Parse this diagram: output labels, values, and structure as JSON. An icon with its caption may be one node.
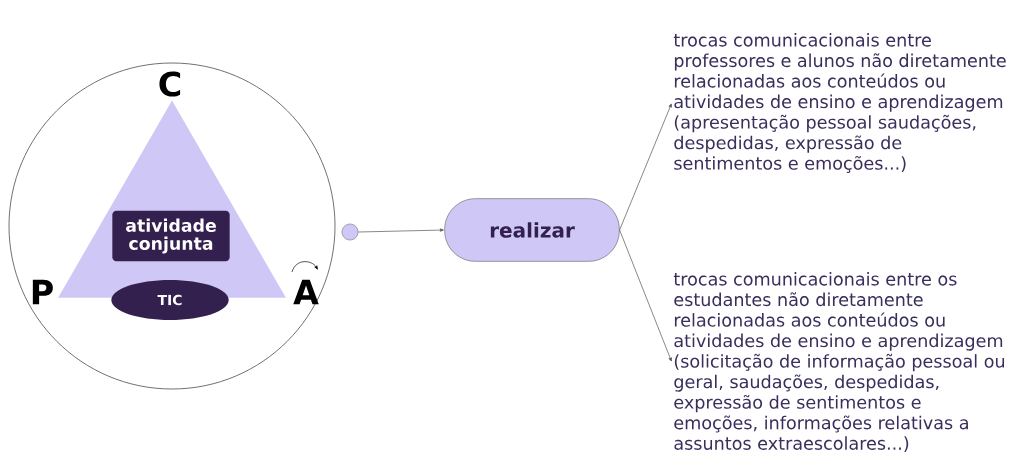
{
  "diagram": {
    "nodes": [
      {
        "text": [],
        "shape": "circle"
      },
      {
        "text": [],
        "shape": "triangle",
        "in": 0
      },
      {
        "text": [
          "atividade conjunta"
        ],
        "in": 1
      },
      {
        "text": [
          "TIC"
        ],
        "in": 0
      },
      {
        "text": [],
        "shape": "circle"
      },
      {
        "text": [
          "realizar"
        ]
      },
      {
        "text": [
          "trocas comunicacionais entre professores e alunos não diretamente relacionadas aos conteúdos ou atividades de ensino e aprendizagem (apresentação pessoal saudações, despedidas, expressão de sentimentos e emoções...)"
        ]
      },
      {
        "text": [
          "trocas comunicacionais entre os estudantes não diretamente relacionadas aos conteúdos ou atividades de ensino e aprendizagem (solicitação de informação pessoal ou geral, saudações, despedidas, expressão de sentimentos e emoções, informações relativas a assuntos extraescolares...)"
        ]
      }
    ],
    "edges": [
      {
        "from": 4,
        "to": 5,
        "arrow": "to"
      },
      {
        "from": 5,
        "to": 6,
        "arrow": "to"
      },
      {
        "from": 5,
        "to": 7,
        "arrow": "to"
      }
    ],
    "labels": [
      "C",
      "P",
      "A"
    ]
  }
}
